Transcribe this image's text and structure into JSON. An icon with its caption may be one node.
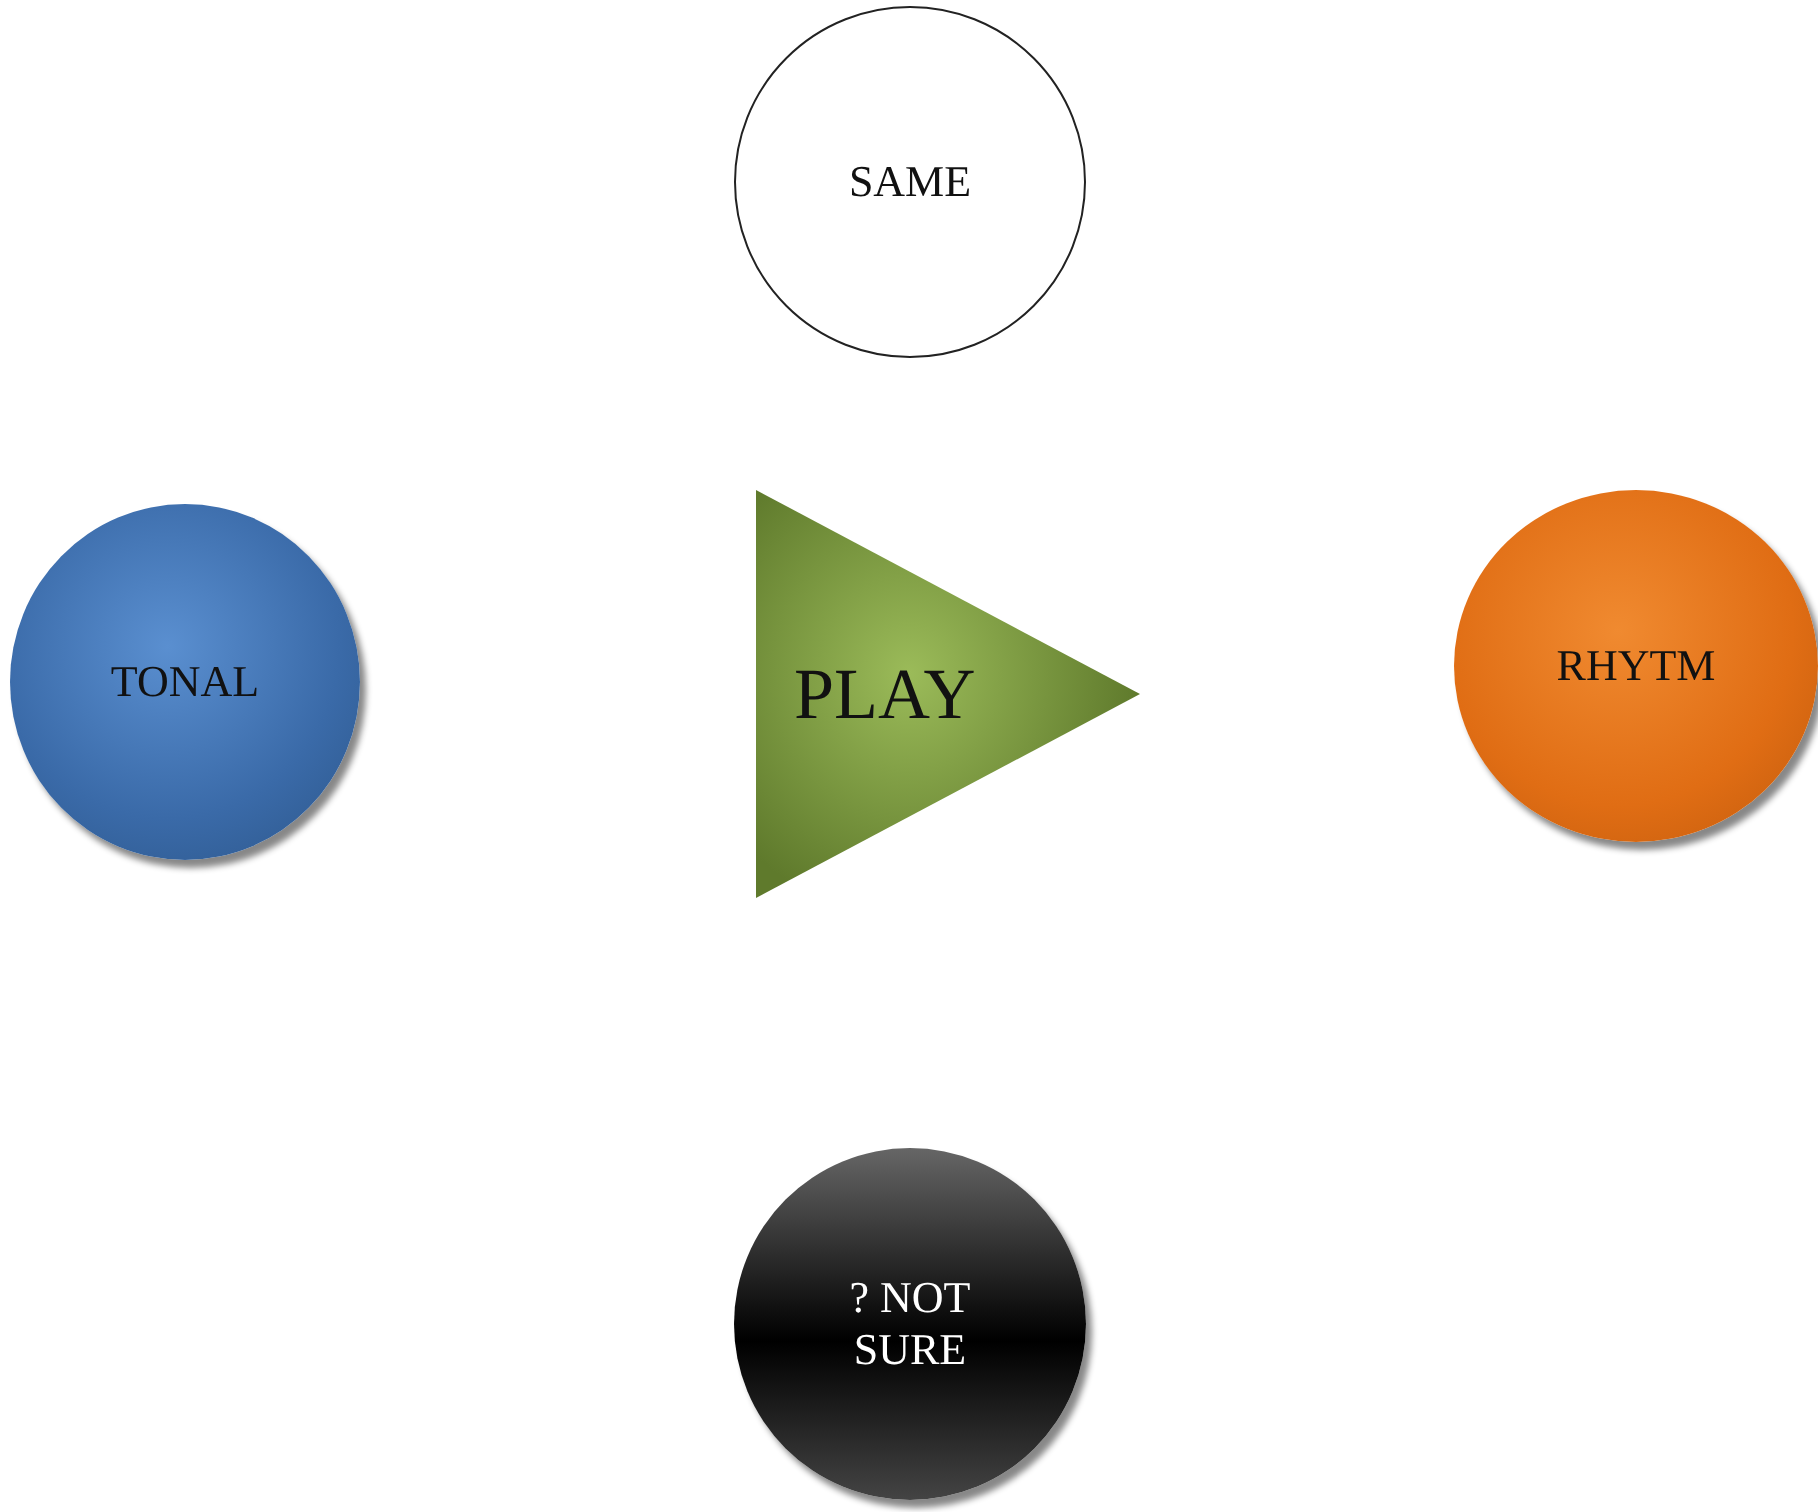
{
  "diagram": {
    "nodes": [
      {
        "text": [
          "SAME"
        ]
      },
      {
        "text": [
          "TONAL"
        ]
      },
      {
        "text": [
          "PLAY"
        ]
      },
      {
        "text": [
          "RHYTM"
        ]
      },
      {
        "text": [
          "? NOT SURE"
        ]
      }
    ]
  }
}
